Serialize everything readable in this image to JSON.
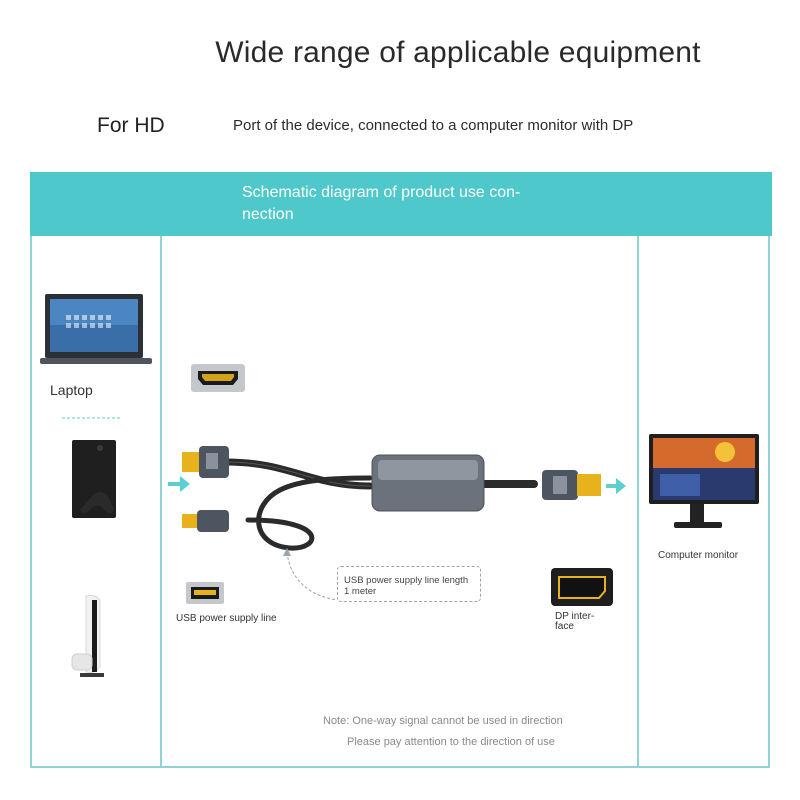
{
  "title": "Wide range of applicable equipment",
  "subtitle_left": "For HD",
  "subtitle_right": "Port of the device, connected to a computer monitor with DP",
  "banner": "Schematic diagram of product use con- nection",
  "devices": {
    "laptop": "Laptop",
    "monitor": "Computer monitor"
  },
  "labels": {
    "usb_power": "USB power supply line",
    "usb_length": "USB power supply line length 1 meter",
    "dp_interface": "DP inter- face"
  },
  "notes": {
    "line1": "Note: One-way signal cannot be used in direction",
    "line2": "Please pay attention to the direction of use"
  },
  "colors": {
    "accent": "#4fc8cb",
    "frame": "#8fd3d6",
    "arrow": "#5ccfd2",
    "connector_gold": "#e8b21c",
    "cable": "#2b2b2b"
  }
}
